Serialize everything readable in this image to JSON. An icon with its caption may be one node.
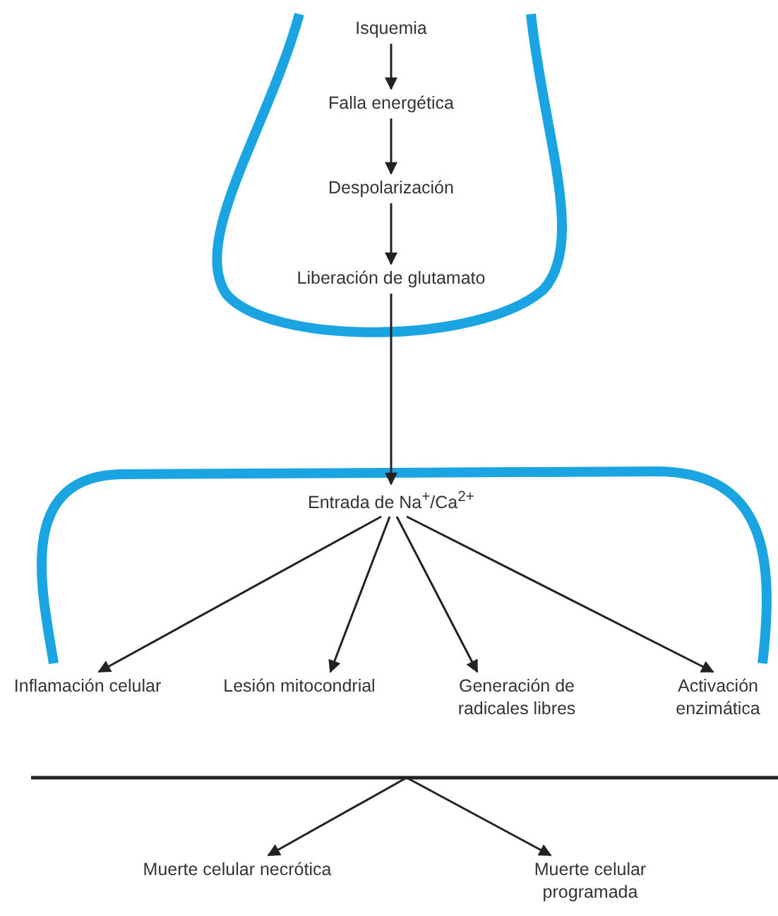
{
  "diagram": {
    "nodes": [
      {
        "text": [
          "Isquemia"
        ]
      },
      {
        "text": [
          "Falla energética"
        ]
      },
      {
        "text": [
          "Despolarización"
        ]
      },
      {
        "text": [
          "Liberación de glutamato"
        ]
      },
      {
        "text": [
          "Entrada de Na$^{+}$/Ca$^{2+}$"
        ]
      },
      {
        "text": [
          "Inflamación celular"
        ]
      },
      {
        "text": [
          "Lesión mitocondrial"
        ]
      },
      {
        "text": [
          "Generación de radicales libres"
        ]
      },
      {
        "text": [
          "Activación enzimática"
        ]
      },
      {
        "text": [
          "Muerte celular necrótica"
        ]
      },
      {
        "text": [
          "Muerte celular programada"
        ]
      }
    ],
    "edges": [
      {
        "from": 0,
        "to": 1,
        "arrow": "to"
      },
      {
        "from": 1,
        "to": 2,
        "arrow": "to"
      },
      {
        "from": 2,
        "to": 3,
        "arrow": "to"
      },
      {
        "from": 3,
        "to": 4,
        "arrow": "to"
      },
      {
        "from": 4,
        "to": 5,
        "arrow": "to"
      },
      {
        "from": 4,
        "to": 6,
        "arrow": "to"
      },
      {
        "from": 4,
        "to": 7,
        "arrow": "to"
      },
      {
        "from": 4,
        "to": 8,
        "arrow": "to"
      },
      {
        "from": null,
        "to": 9,
        "arrow": "to"
      },
      {
        "from": null,
        "to": 10,
        "arrow": "to"
      }
    ]
  }
}
